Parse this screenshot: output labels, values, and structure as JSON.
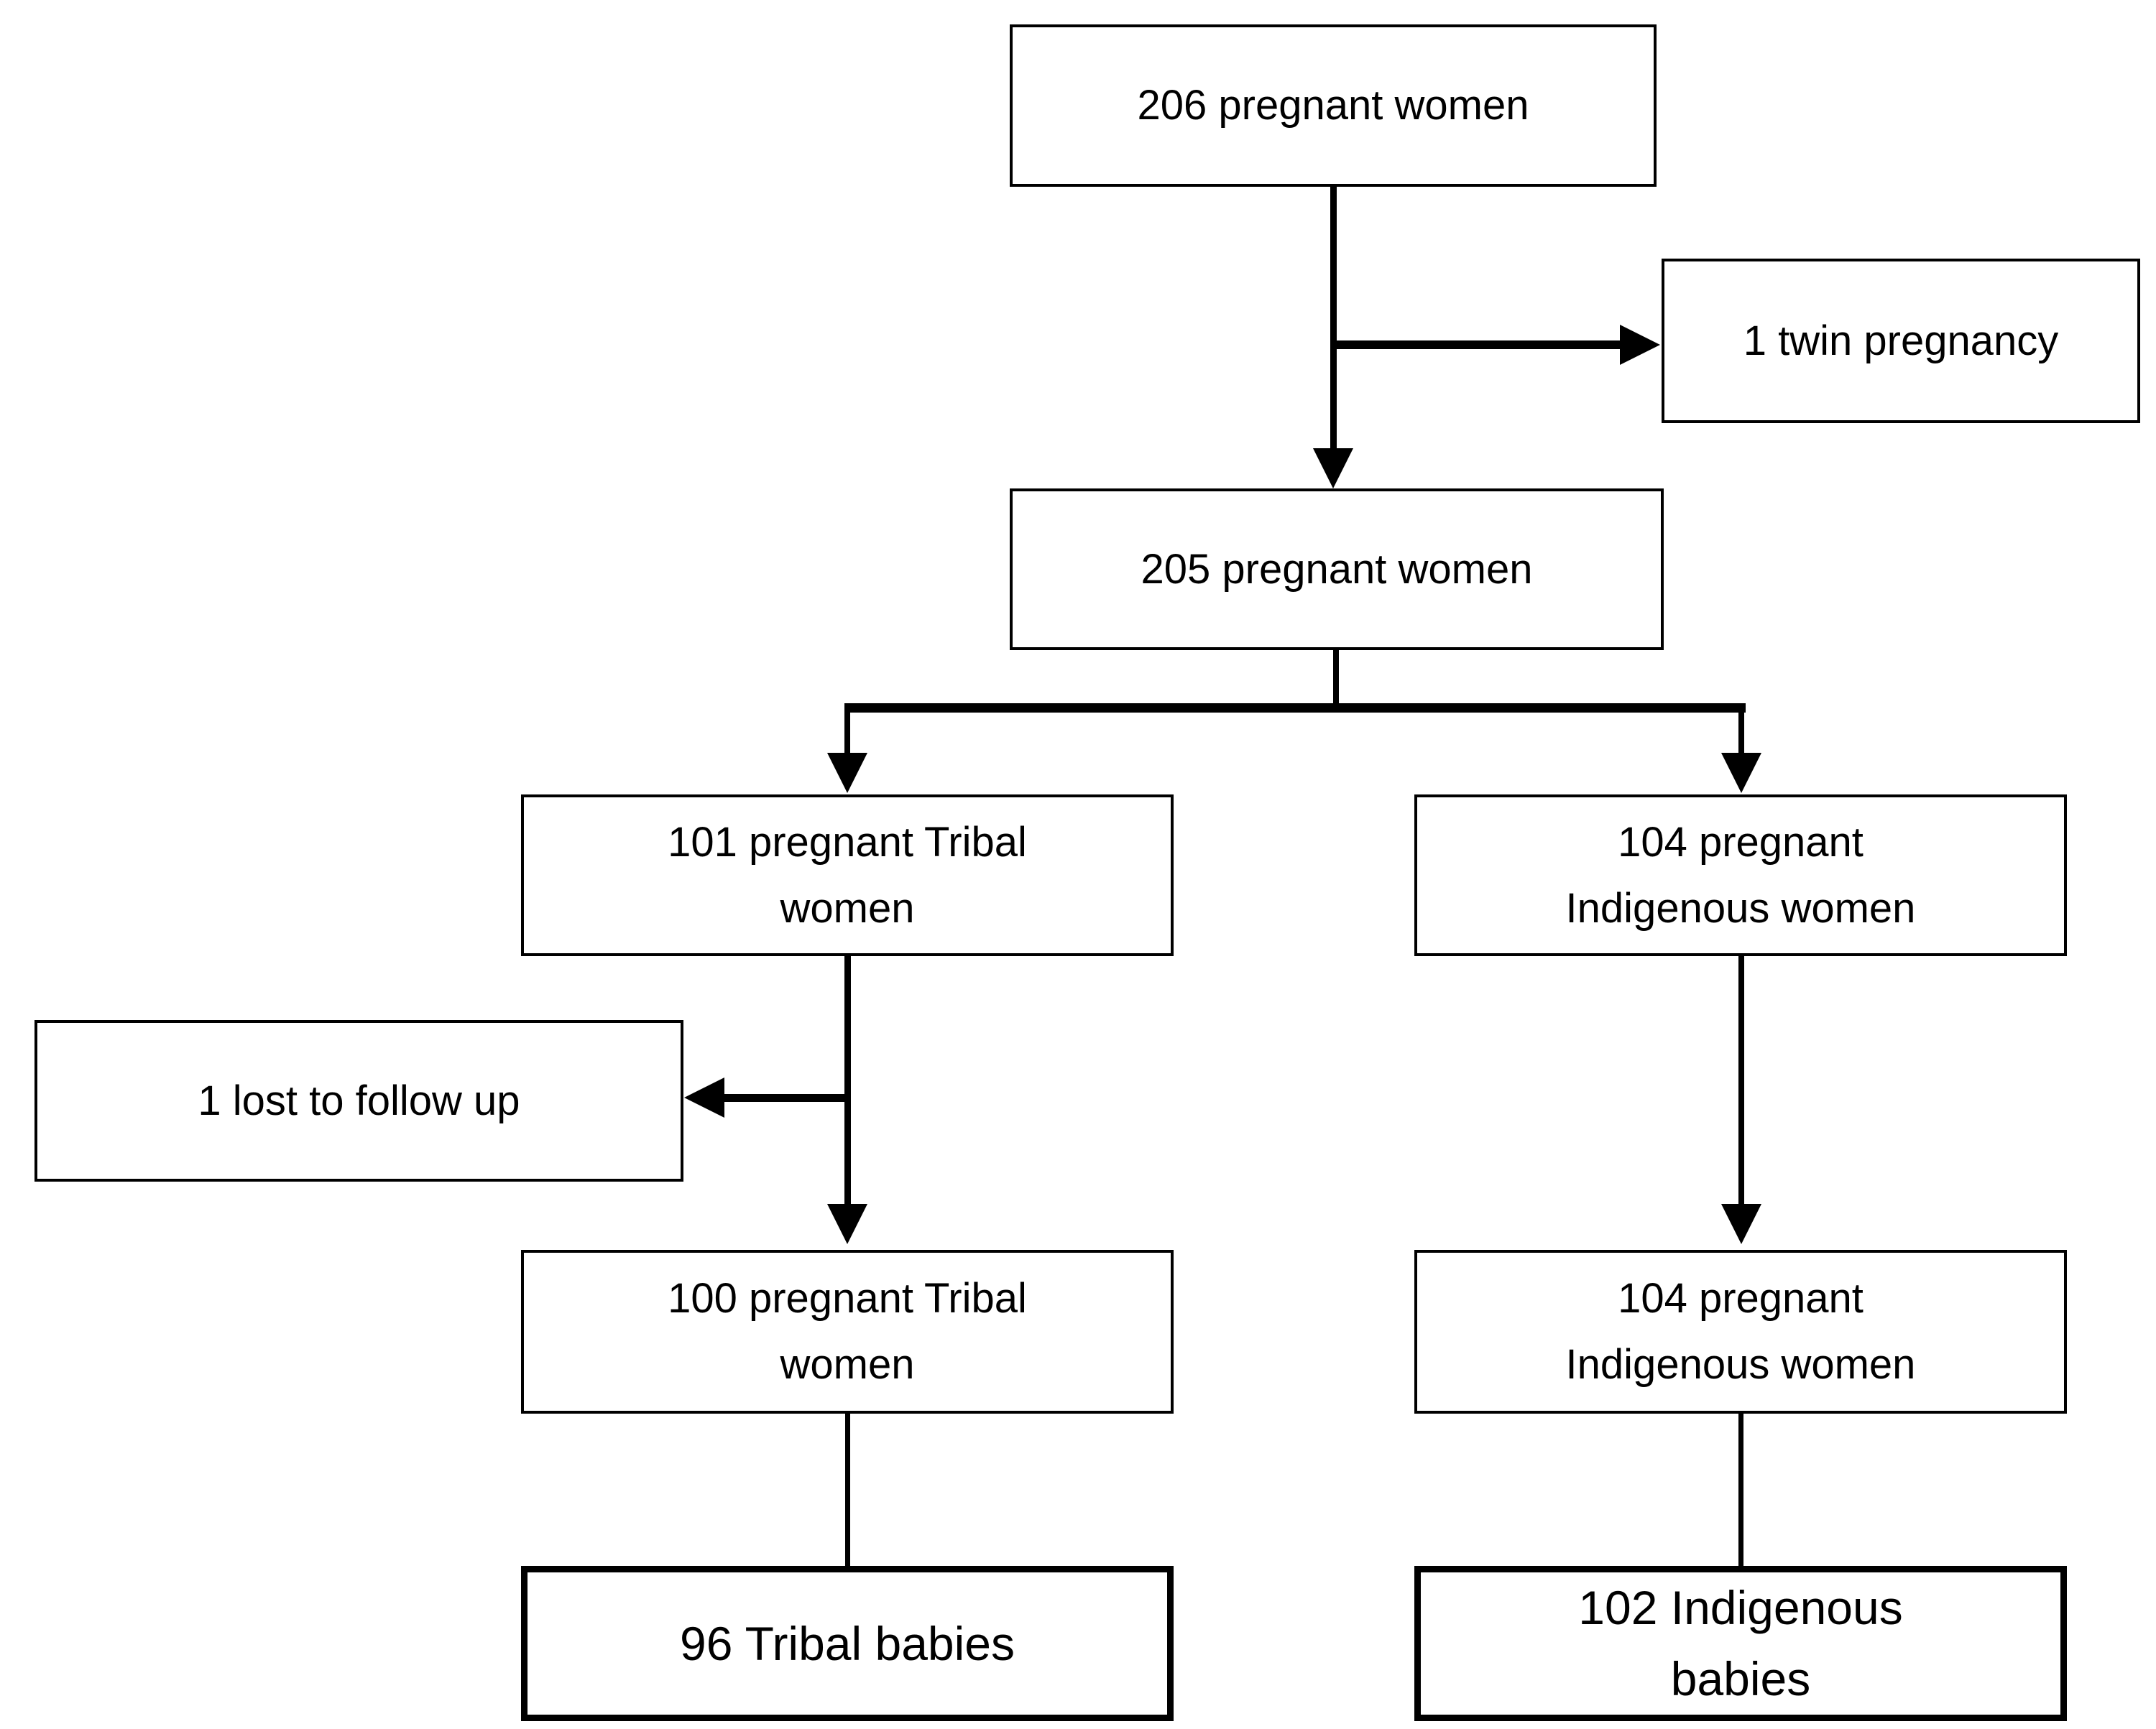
{
  "diagram": {
    "type": "flowchart",
    "background_color": "#ffffff",
    "line_color": "#000000",
    "text_color": "#000000",
    "nodes": {
      "n206": {
        "label": "206 pregnant women"
      },
      "twin": {
        "label": "1 twin pregnancy"
      },
      "n205": {
        "label": "205 pregnant women"
      },
      "n101": {
        "label": "101 pregnant Tribal women"
      },
      "n104a": {
        "label": "104 pregnant Indigenous women"
      },
      "lost": {
        "label": "1 lost to follow up"
      },
      "n100": {
        "label": "100 pregnant Tribal women"
      },
      "n104b": {
        "label": "104 pregnant Indigenous women"
      },
      "n96": {
        "label": "96 Tribal babies"
      },
      "n102": {
        "label": "102 Indigenous babies"
      }
    },
    "edges": [
      {
        "from": "206 pregnant women",
        "to": "1 twin pregnancy",
        "arrowhead": true
      },
      {
        "from": "206 pregnant women",
        "to": "205 pregnant women",
        "arrowhead": true
      },
      {
        "from": "205 pregnant women",
        "to": "101 pregnant Tribal women",
        "arrowhead": true
      },
      {
        "from": "205 pregnant women",
        "to": "104 pregnant Indigenous women",
        "arrowhead": true
      },
      {
        "from": "101 pregnant Tribal women",
        "to": "1 lost to follow up",
        "arrowhead": true
      },
      {
        "from": "101 pregnant Tribal women",
        "to": "100 pregnant Tribal women",
        "arrowhead": true
      },
      {
        "from": "104 pregnant Indigenous women",
        "to": "104 pregnant Indigenous women",
        "arrowhead": true
      },
      {
        "from": "100 pregnant Tribal women",
        "to": "96 Tribal babies",
        "arrowhead": false
      },
      {
        "from": "104 pregnant Indigenous women",
        "to": "102 Indigenous babies",
        "arrowhead": false
      }
    ]
  }
}
